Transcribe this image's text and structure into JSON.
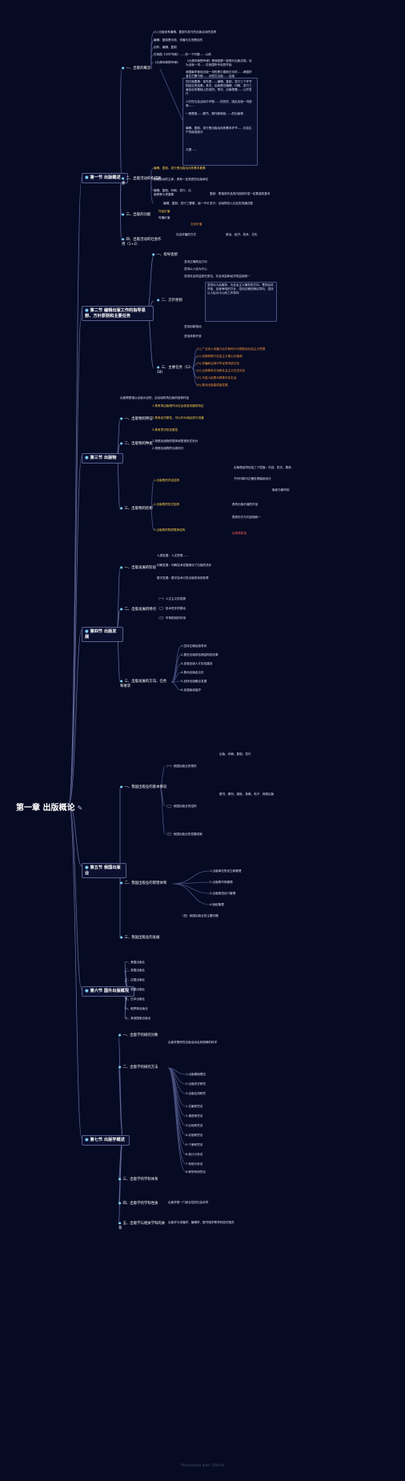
{
  "root": {
    "title": "第一章 出版概论",
    "icon": "note-icon"
  },
  "colors": {
    "background": "#060a23",
    "cyan": "#7fd1ff",
    "yellow": "#ffd24a",
    "orange": "#ff9a3a",
    "red": "#ff5a5a",
    "green": "#63e6a8",
    "teal": "#5ad7d0",
    "line": "#5f6798"
  },
  "sections": [
    {
      "label": "第一节 出版概述"
    },
    {
      "label": "第二节 编辑出版工作的指导思想、方针原则和主要任务"
    },
    {
      "label": "第三节 出版物"
    },
    {
      "label": "第四节 出版发展"
    },
    {
      "label": "第五节 我国出版业"
    },
    {
      "label": "第六节 国外出版概况"
    },
    {
      "label": "第七节 出版学概述"
    }
  ],
  "s1": {
    "subs": [
      "一、出版的概念",
      "二、出版活动的构成要素",
      "三、出版的功能",
      "四、出版活动的社会作用（1+2）"
    ],
    "defs": [
      "(1) 出版含有编辑、复制与发行的出版活动的总称",
      "编辑、复制是手段，传播与交流是目的",
      "创作、编辑、复制",
      "在我国《中华书局》……的一个时期……以前",
      "《大清印刷物专律》",
      "《大清印刷物专律》是我国第一部现代出版法规，也为出版一词……在我国所专用的开始",
      "我国最早使用出版一词的是中国和日本的……两国学者在古籍中都……对原文出版……出版"
    ],
    "explain": [
      "四方面要素：首先是……编辑、复制、发行三个环节相结合的结果；其次，出版是在编辑、印刷、发行三者结合的基础上形成的；再次，出版物要……公开发行",
      "人们在社会活动中不断……的历史，因此出版一词逐渐……",
      "一般是指……图书、期刊和报纸……的出版物",
      "编辑、复制、发行是出版活动的基本环节……社会生产的组成部分",
      "凡是……"
    ],
    "elements": [
      "编辑、复制、发行是出版活动的基本要素",
      "出版活动的主体：具有一定资质的出版单位",
      "编辑、复制、印刷、发行、出版物等七项要素",
      "编辑、复制、发行三要素，缺一不可",
      "复制：是指将作品的内容制作成一定数量的复本",
      "发行：出版物进入社会的流通过程"
    ],
    "functions": [
      "作品价值",
      "传播价值",
      "文化价值"
    ],
    "social": [
      "社会传播的方式",
      "政治、经济、技术、文化"
    ]
  },
  "s2": {
    "subs": [
      "一、指导思想",
      "二、方针原则",
      "三、主要任务（12-18）"
    ],
    "guide": [
      "坚持正确政治方向",
      "坚持以人民为中心",
      "坚持社会效益放在首位、社会效益和经济效益相统一"
    ],
    "principles": [
      "坚持为人民服务、为社会主义服务的方向，贯彻百花齐放、百家争鸣的方针，坚持正确的舆论导向，坚持以人民为中心的工作导向",
      "坚持创新驱动",
      "坚持改革开放"
    ],
    "tasks": [
      "[1] 广泛深入传播习近平新时代中国特色社会主义思想",
      "[2] 培育和践行社会主义核心价值观",
      "[3] 传播和弘扬中华优秀传统文化",
      "[4] 弘扬革命文化和社会主义先进文化",
      "[5] 丰富人民群众精神文化生活",
      "[6] 推动出版高质量发展"
    ]
  },
  "s3": {
    "intro": "出版物是指以出版为目的，由出版机构出版的各种作品",
    "subs": [
      "一、出版物的特征",
      "二、出版物的种类",
      "三、出版物的结构"
    ],
    "features": [
      "1.具有将出版物作为社会信息传播的特征",
      "2.具有经济属性、可以作为商品进行流通",
      "3.具有意识形态属性"
    ],
    "types": [
      "1.按照出版物的载体和表现形式划分",
      "2.按照出版物的功用划分"
    ],
    "structure": [
      "1.出版物的内容结构",
      "2.出版物的形式结构",
      "3.出版物的物质载体结构",
      "版权与著作权",
      "出版物质量"
    ],
    "structure_notes": [
      "出版物结构包括三个层面：内容、形式、载体",
      "书刊印制中正确处理装帧设计",
      "具有出版价值的作品",
      "载体形式与内容相统一"
    ]
  },
  "s4": {
    "subs": [
      "一、出版发展的阶段",
      "二、出版发展的特点",
      "三、出版发展的方向、任务和要求"
    ],
    "stages": [
      "人类发展：人文思想……",
      "印刷发展：印刷技术发展推动了出版的进步",
      "数字发展：数字技术引发出版的深刻变革"
    ],
    "traits": [
      "（一）人文主义的发展",
      "（二）技术进步的推动",
      "（三）市场机制的作用"
    ],
    "direction": [
      "1.坚持正确出版导向",
      "2.推进出版供给侧结构性改革",
      "3.加强出版人才队伍建设",
      "4.推动出版走出去",
      "5.加快出版融合发展",
      "6.加强版权保护"
    ]
  },
  "s5": {
    "subs": [
      "一、我国出版业的基本情况",
      "二、我国出版业的管理体制",
      "三、我国出版业的发展"
    ],
    "items": [
      "（一）我国出版业的现状",
      "（二）我国出版业的结构",
      "（三）我国出版业的发展成就",
      "出版、印刷、复制、发行",
      "图书、期刊、报纸、音像、电子、网络出版",
      "1.出版单位的设立和管理",
      "2.出版物市场管理",
      "3.出版物进出口管理",
      "4.版权管理",
      "（四）我国出版业的主要问题"
    ]
  },
  "s6": {
    "items": [
      "一、美国出版业",
      "二、英国出版业",
      "三、法国出版业",
      "四、德国出版业",
      "五、日本出版业",
      "六、俄罗斯出版业",
      "七、其他国家出版业"
    ]
  },
  "s7": {
    "subs": [
      "一、出版学的研究对象",
      "二、出版学的研究方法",
      "三、出版学的学科体系",
      "四、出版学的学科性质",
      "五、出版学与相关学科的关系"
    ],
    "items": [
      "出版学是研究出版活动及其规律的科学",
      "1.出版基础理论",
      "2.出版历史研究",
      "3.出版应用研究",
      "1.文献研究法",
      "2.调查研究法",
      "3.比较研究法",
      "4.实验研究法",
      "5.个案研究法",
      "6.统计分析法",
      "7.系统分析法",
      "8.跨学科研究法",
      "出版学是一门综合性的社会科学",
      "出版学与传播学、编辑学、图书馆学等学科密切相关"
    ]
  },
  "watermark": "Processed with XMind"
}
